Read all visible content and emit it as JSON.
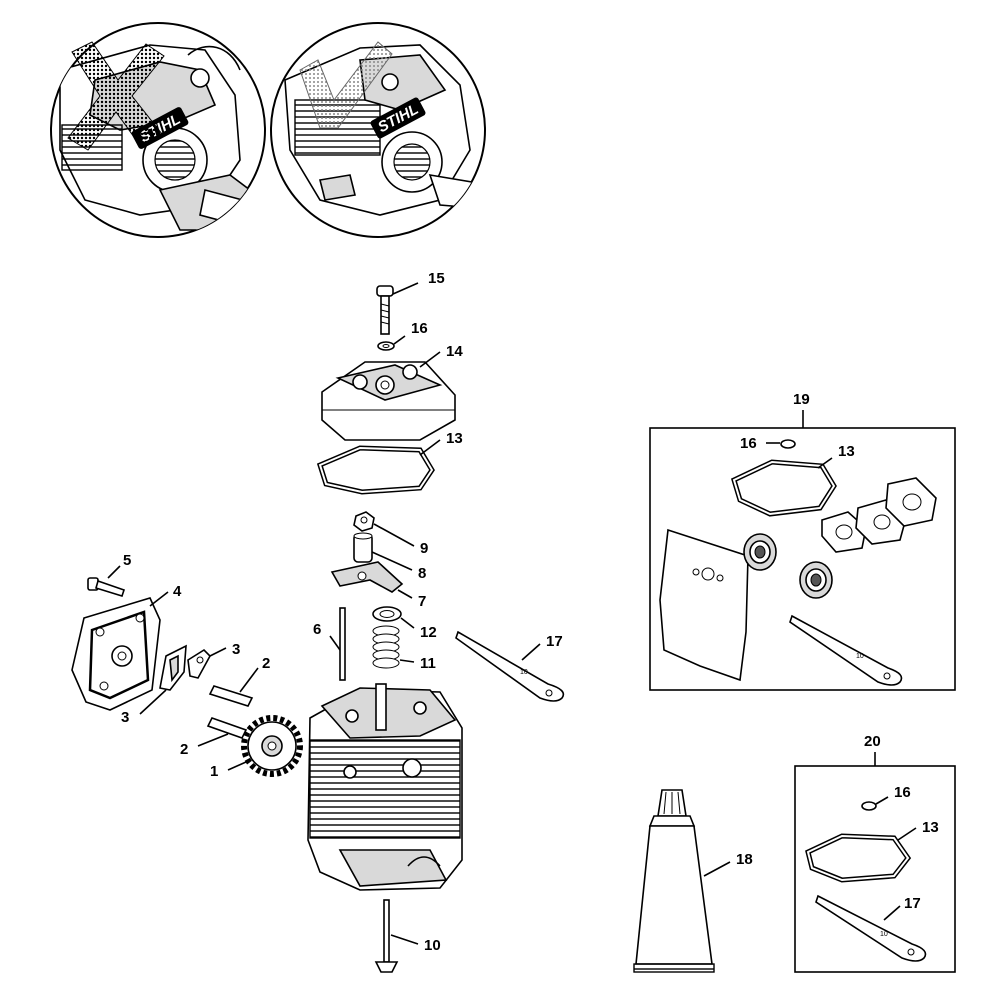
{
  "logo": {
    "brand": "STIHL"
  },
  "callouts": {
    "c1": "1",
    "c2a": "2",
    "c2b": "2",
    "c3a": "3",
    "c3b": "3",
    "c4": "4",
    "c5": "5",
    "c6": "6",
    "c7": "7",
    "c8": "8",
    "c9": "9",
    "c10": "10",
    "c11": "11",
    "c12": "12",
    "c13": "13",
    "c14": "14",
    "c15": "15",
    "c16": "16",
    "c17": "17",
    "c18": "18",
    "c19": "19",
    "c20": "20",
    "k19_16": "16",
    "k19_13": "13",
    "k20_16": "16",
    "k20_13": "13",
    "k20_17": "17"
  },
  "icons": {
    "wrong": "cross-mark-icon",
    "right": "check-mark-icon"
  }
}
